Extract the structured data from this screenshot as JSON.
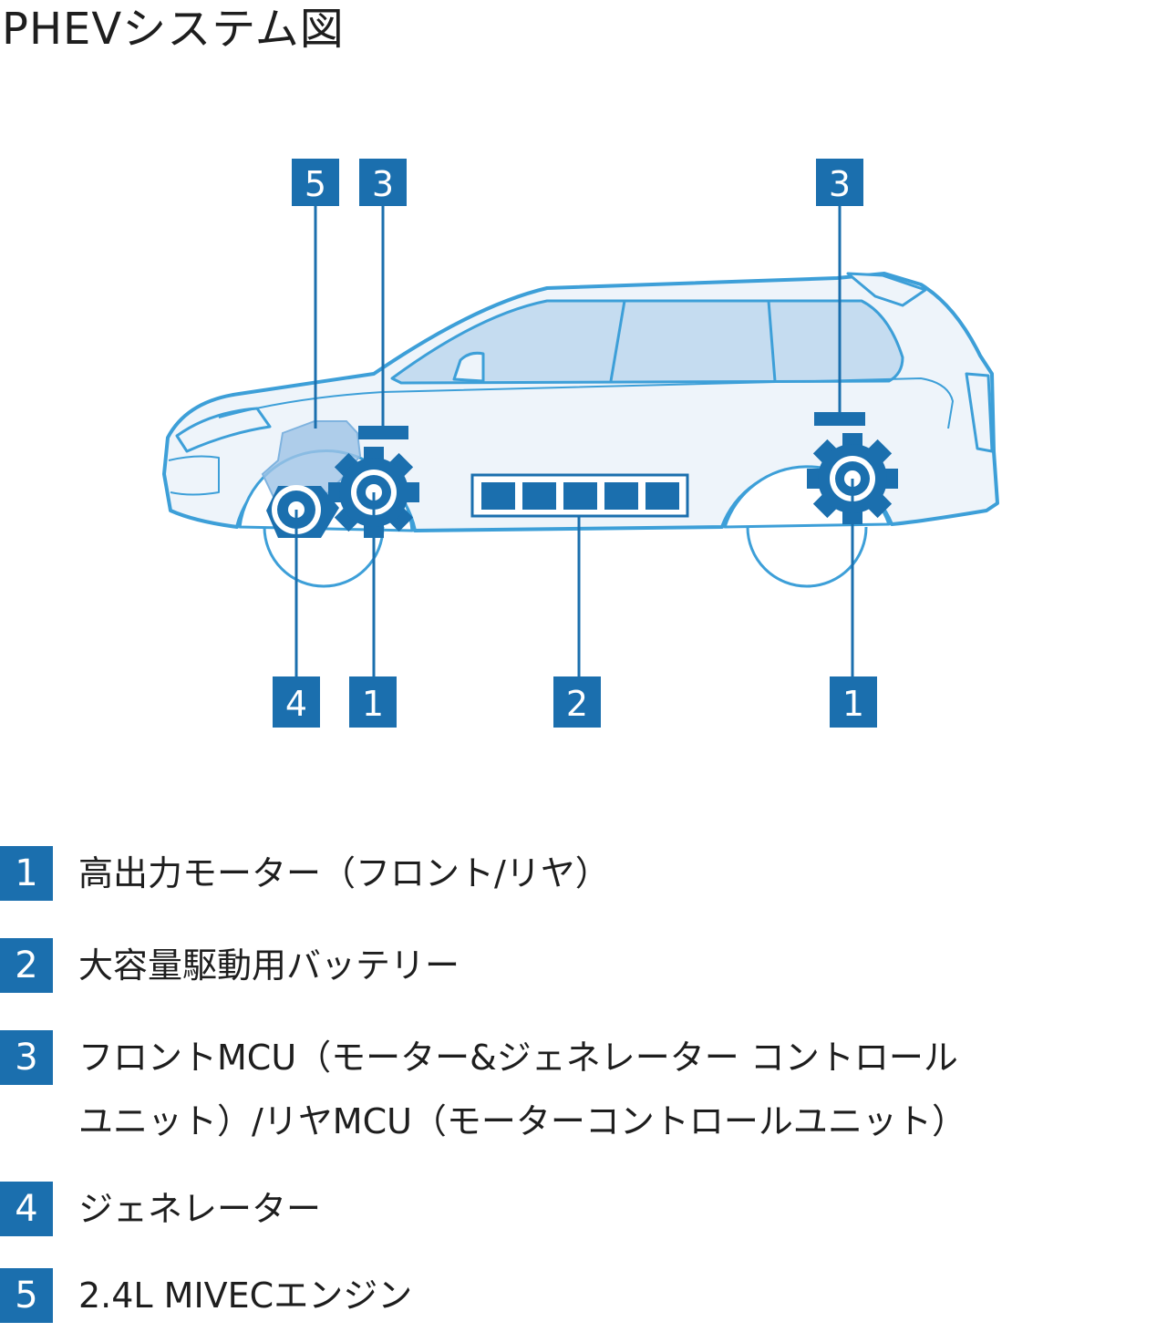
{
  "title": "PHEVシステム図",
  "colors": {
    "badge": "#1b6fae",
    "outline": "#3d9fd8",
    "body_fill": "#eef4fa",
    "window_fill": "#c5dcf0",
    "component": "#1b6fae",
    "engine_fill": "#9dc3e6"
  },
  "diagram": {
    "top_labels": [
      "5",
      "3",
      "3"
    ],
    "bottom_labels": [
      "4",
      "1",
      "2",
      "1"
    ]
  },
  "legend": [
    {
      "num": "1",
      "text": "高出力モーター（フロント/リヤ）"
    },
    {
      "num": "2",
      "text": "大容量駆動用バッテリー"
    },
    {
      "num": "3",
      "text": "フロントMCU（モーター&ジェネレーター コントロール",
      "text2": "ユニット）/リヤMCU（モーターコントロールユニット）"
    },
    {
      "num": "4",
      "text": "ジェネレーター"
    },
    {
      "num": "5",
      "text": "2.4L MIVECエンジン"
    }
  ]
}
